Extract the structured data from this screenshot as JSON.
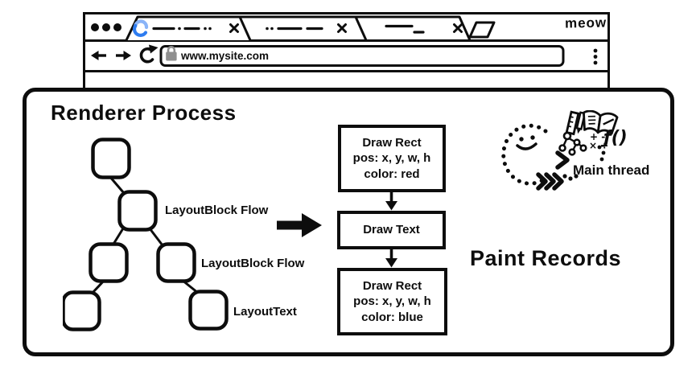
{
  "browser_chrome": {
    "brand_label": "meow",
    "url": "www.mysite.com",
    "tab_count": 3,
    "icons": {
      "traffic_lights": "three-dots-window-buttons",
      "tab1_favicon": "blue-loading-spinner",
      "tab_close": "x-close",
      "new_tab": "parallelogram-new-tab",
      "nav": [
        "back-arrow",
        "forward-arrow",
        "reload"
      ],
      "lock": "gray-padlock",
      "menu": "kebab-three-dots"
    }
  },
  "renderer": {
    "title": "Renderer Process",
    "tree_labels": [
      "LayoutBlock Flow",
      "LayoutBlock Flow",
      "LayoutText"
    ],
    "paint_records": {
      "heading": "Paint Records",
      "boxes": [
        {
          "lines": [
            "Draw Rect",
            "pos: x, y, w, h",
            "color: red"
          ]
        },
        {
          "lines": [
            "Draw Text"
          ]
        },
        {
          "lines": [
            "Draw Rect",
            "pos: x, y, w, h",
            "color: blue"
          ]
        }
      ]
    },
    "main_thread_label": "Main thread",
    "main_thread_icons": [
      "smiley-face",
      "ruler",
      "pencil",
      "open-book",
      "tree-graph",
      "math-symbols",
      "function-f"
    ]
  },
  "colors": {
    "ink": "#0d0d0d",
    "spinner_light": "#8ab4f8",
    "spinner_dark": "#2e7cf0",
    "lock_gray": "#8f8f8f"
  }
}
